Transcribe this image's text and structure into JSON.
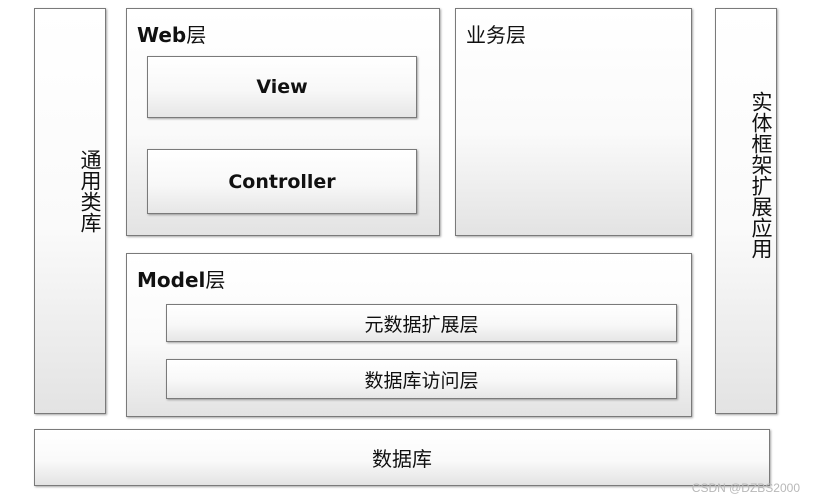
{
  "common_lib": "通用类库",
  "web_layer": {
    "title_prefix": "Web",
    "title_suffix": "层",
    "view": "View",
    "controller": "Controller"
  },
  "business_layer": "业务层",
  "entity_ext": "实体框架扩展应用",
  "model_layer": {
    "title_prefix": "Model",
    "title_suffix": "层",
    "metadata_ext": "元数据扩展层",
    "db_access": "数据库访问层"
  },
  "database": "数据库",
  "watermark": "CSDN @DZBS2000"
}
